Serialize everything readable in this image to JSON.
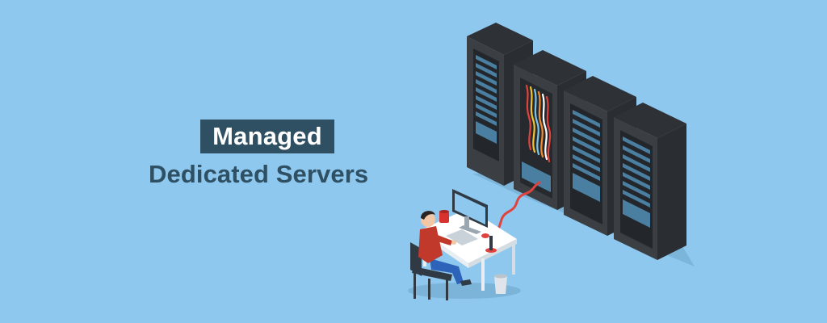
{
  "banner": {
    "headline_line1": "Managed",
    "headline_line2": "Dedicated Servers"
  },
  "colors": {
    "background": "#8ec8ee",
    "headline_dark": "#2f4f63",
    "headline_light": "#ffffff",
    "rack_body": "#3b3f44",
    "cable_red": "#e0433e"
  },
  "illustration": {
    "subject": "technician at desk with monitor connected by red cable to a row of four server racks",
    "icons": [
      "server-rack-icon",
      "monitor-icon",
      "person-icon",
      "chair-icon",
      "desk-icon",
      "trash-bin-icon",
      "mug-icon"
    ]
  }
}
